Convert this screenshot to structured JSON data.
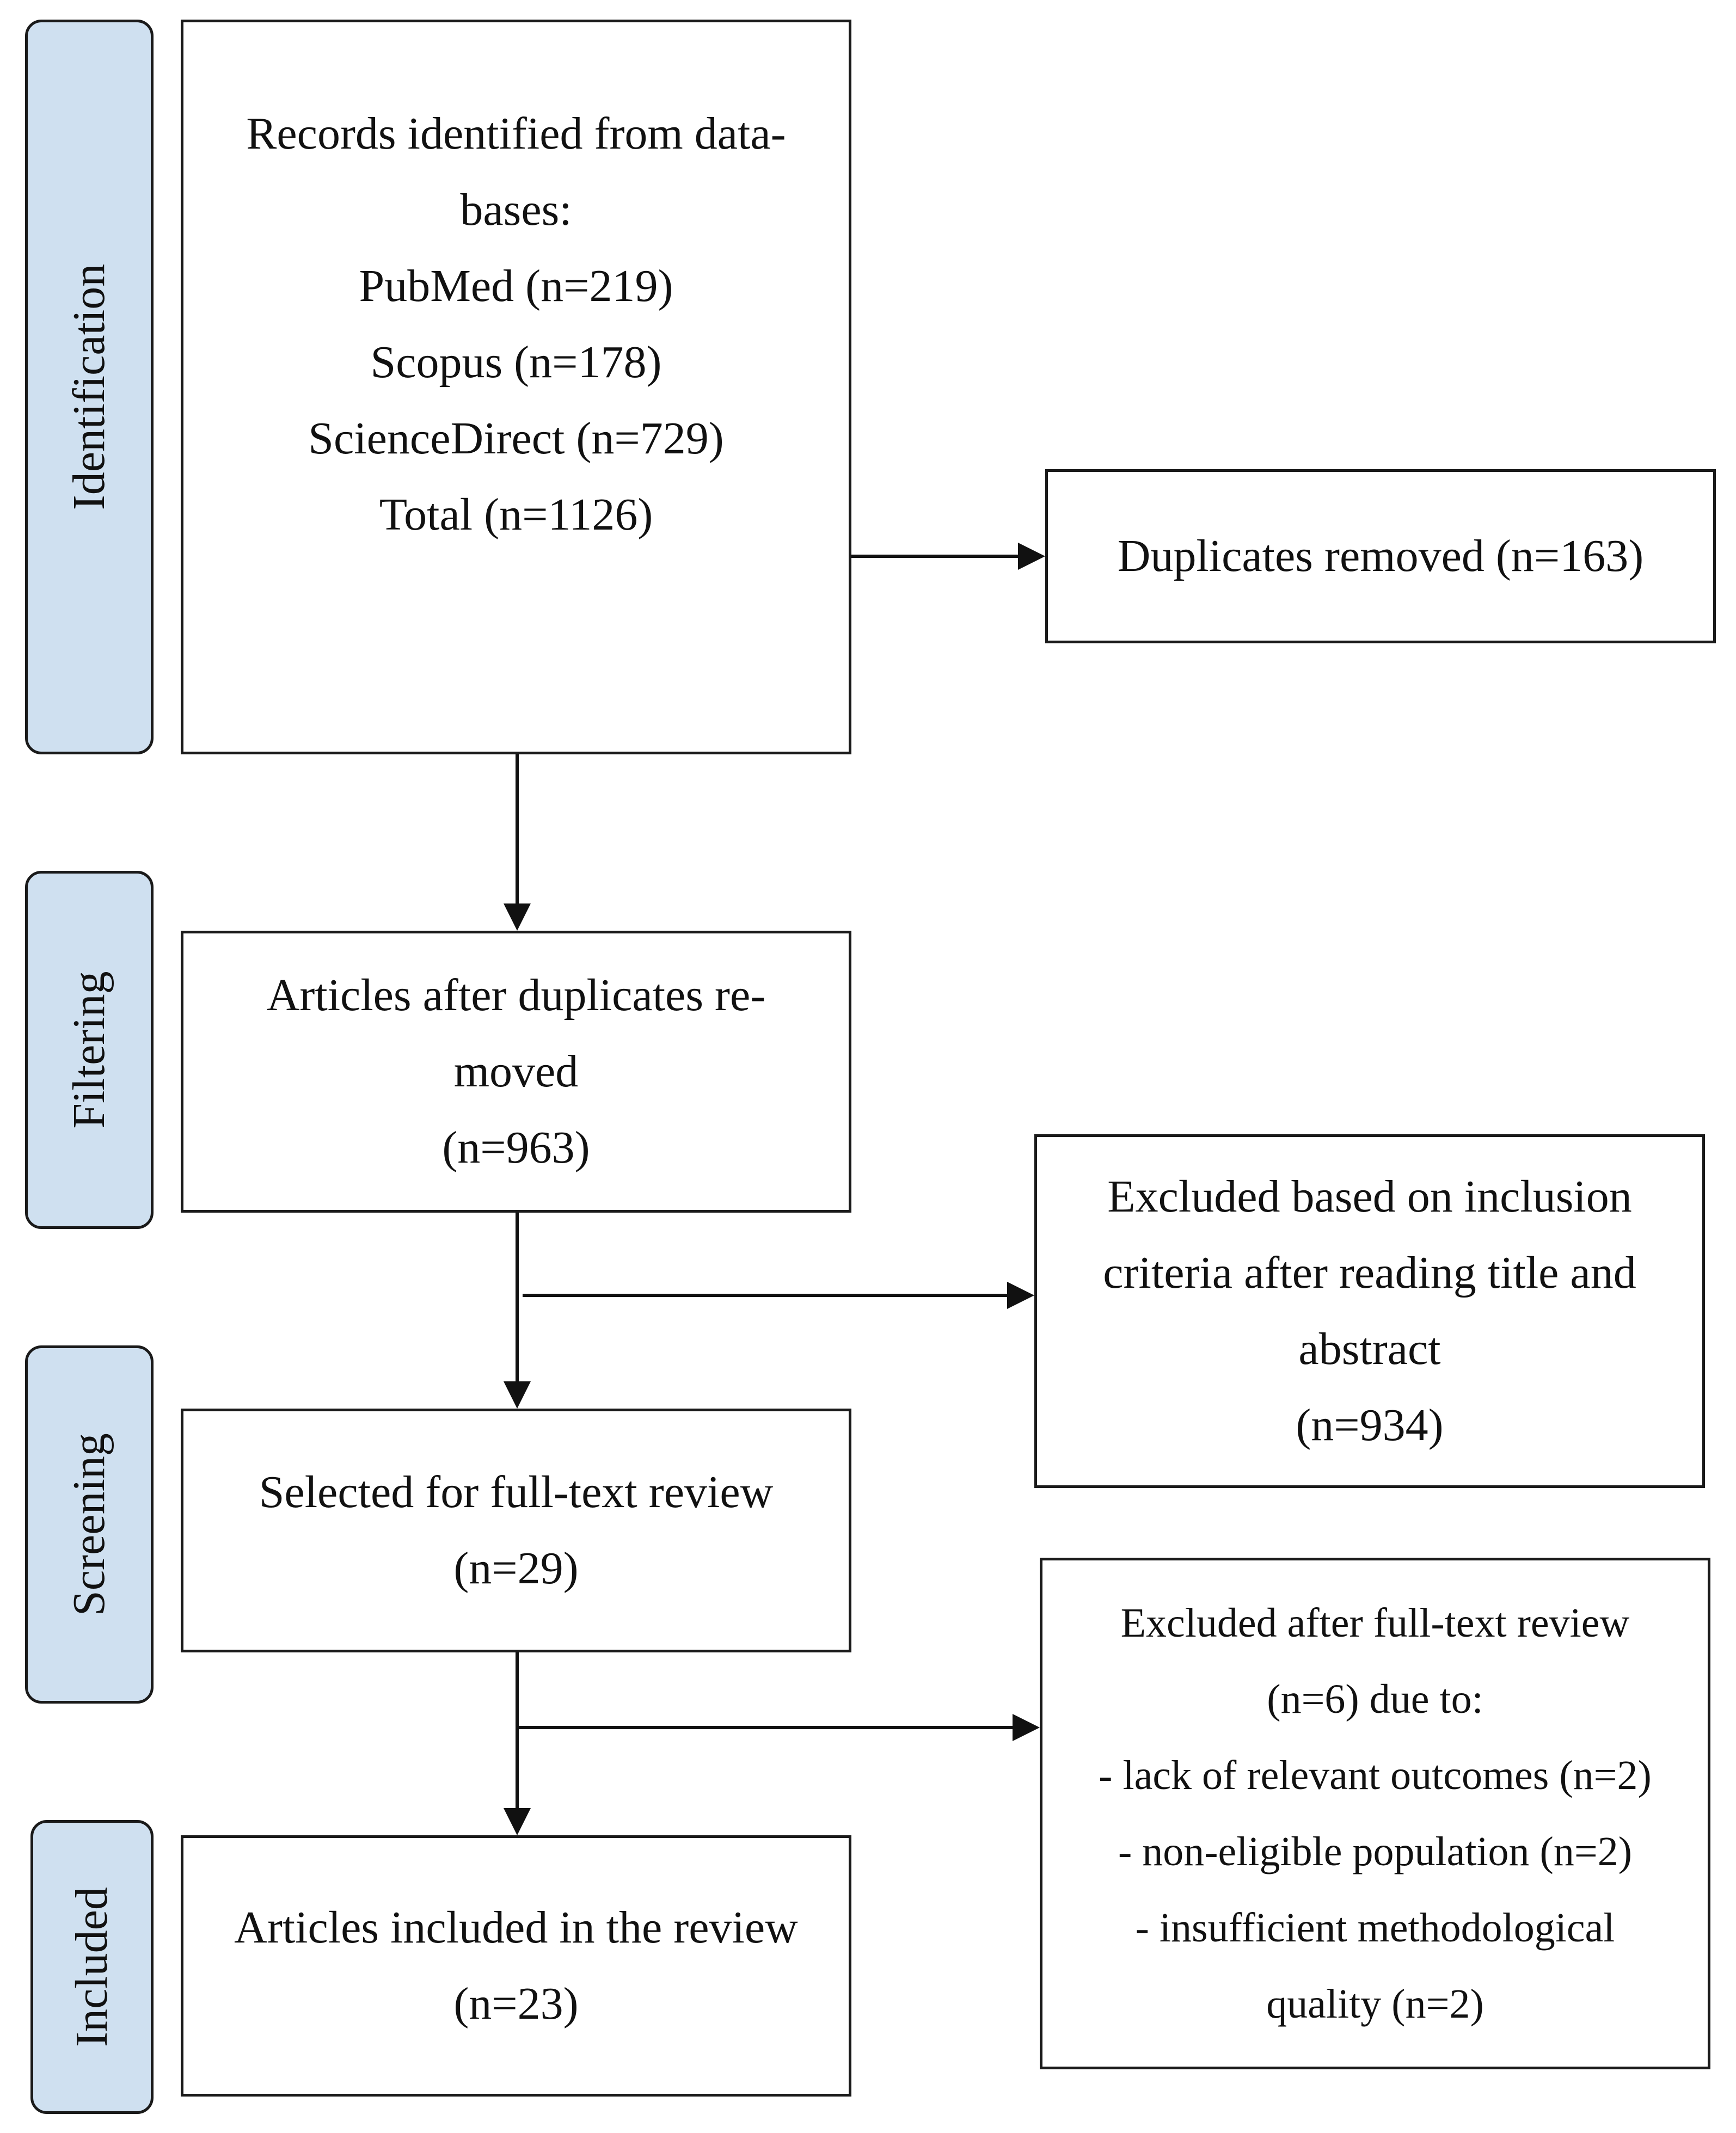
{
  "phases": {
    "identification": "Identification",
    "filtering": "Filtering",
    "screening": "Screening",
    "included": "Included"
  },
  "boxes": {
    "records_identified": {
      "lines": [
        "Records identified from data-",
        "bases:",
        "PubMed (n=219)",
        "Scopus (n=178)",
        "ScienceDirect (n=729)",
        "Total (n=1126)"
      ]
    },
    "duplicates_removed": {
      "lines": [
        "Duplicates removed (n=163)"
      ]
    },
    "after_duplicates": {
      "lines": [
        "Articles after duplicates re-",
        "moved",
        "(n=963)"
      ]
    },
    "excluded_title_abstract": {
      "lines": [
        "Excluded based on inclusion",
        "criteria after reading title and",
        "abstract",
        "(n=934)"
      ]
    },
    "full_text_review": {
      "lines": [
        "Selected for full-text review",
        "(n=29)"
      ]
    },
    "excluded_full_text": {
      "lines": [
        "Excluded after full-text review",
        "(n=6) due to:",
        "- lack of relevant outcomes (n=2)",
        "- non-eligible population (n=2)",
        "- insufficient methodological",
        "quality (n=2)"
      ]
    },
    "included_review": {
      "lines": [
        "Articles included in the review",
        "(n=23)"
      ]
    }
  }
}
